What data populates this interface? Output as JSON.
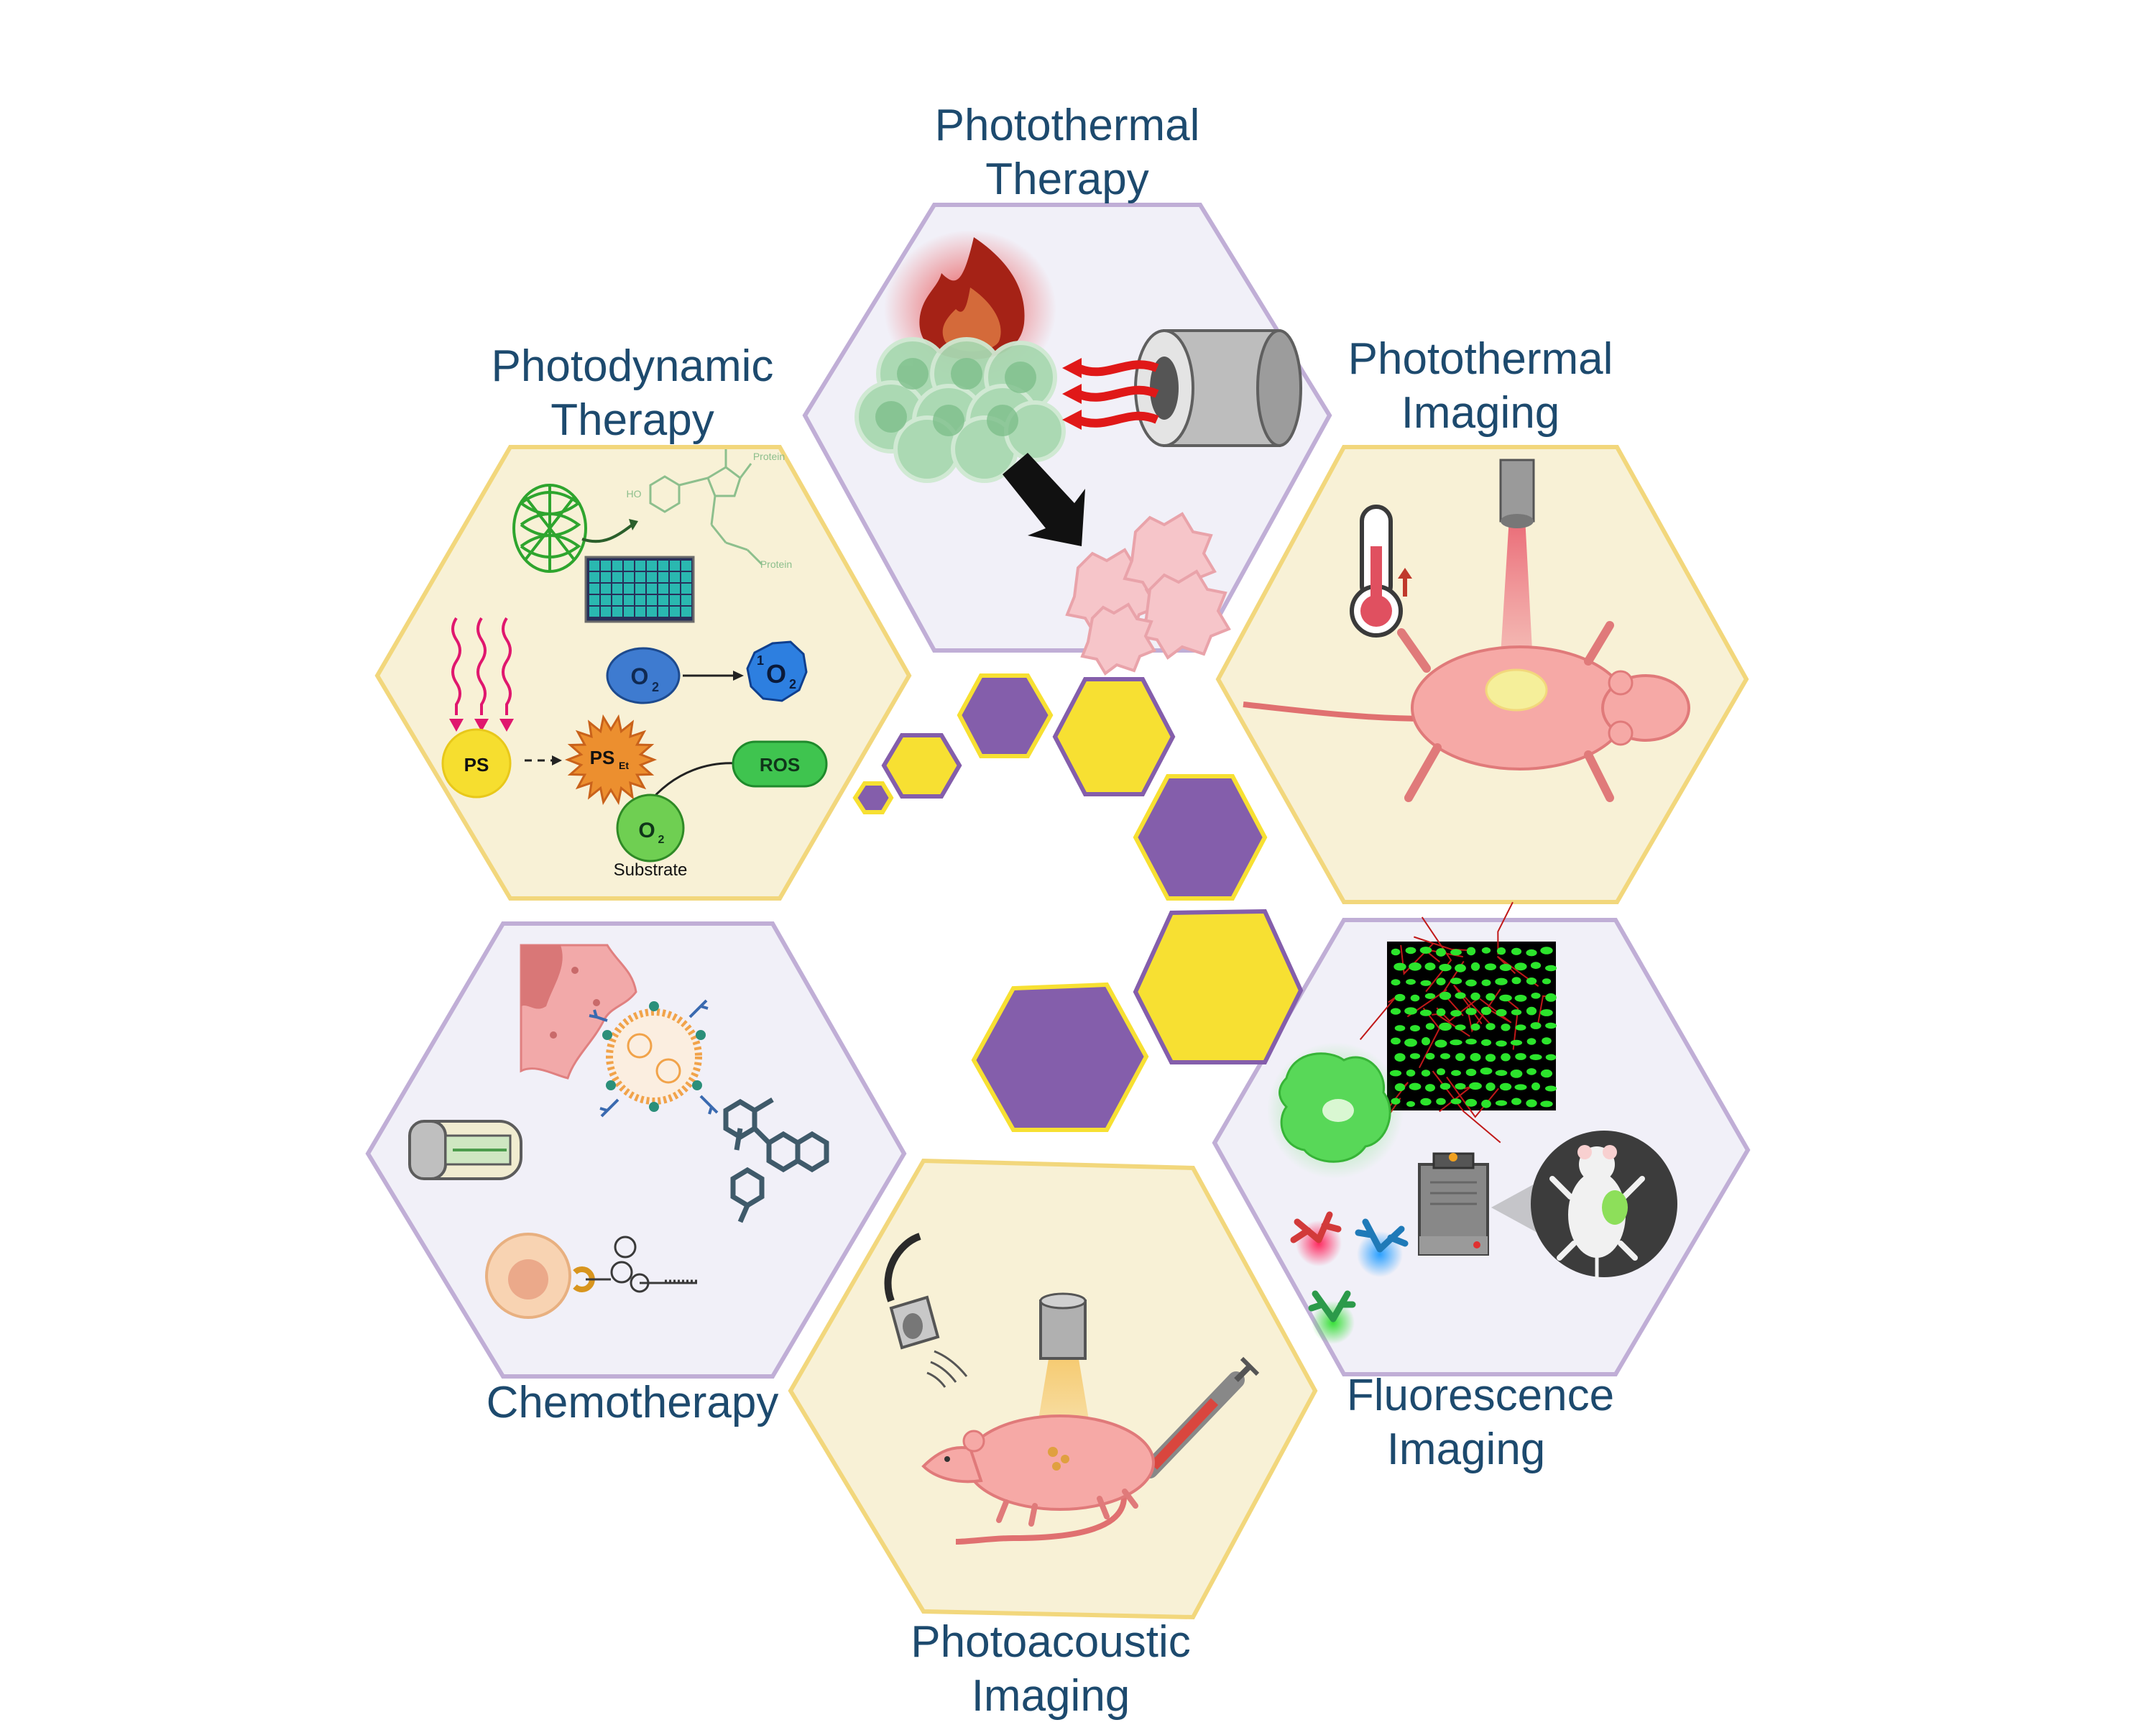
{
  "panels": {
    "photothermal_therapy": {
      "title_line1": "Photothermal",
      "title_line2": "Therapy"
    },
    "photodynamic_therapy": {
      "title_line1": "Photodynamic",
      "title_line2": "Therapy",
      "o2": "O",
      "o2_sub": "2",
      "singlet_sup": "1",
      "singlet_o": "O",
      "singlet_sub": "2",
      "ps": "PS",
      "ps_et": "PS",
      "ps_et_sub": "Et",
      "ros": "ROS",
      "substrate_o": "O",
      "substrate_sub": "2",
      "substrate_label": "Substrate",
      "protein_label_1": "Protein",
      "protein_label_2": "Protein",
      "ho_label": "HO"
    },
    "photothermal_imaging": {
      "title_line1": "Photothermal",
      "title_line2": "Imaging"
    },
    "chemotherapy": {
      "title": "Chemotherapy"
    },
    "fluorescence_imaging": {
      "title_line1": "Fluorescence",
      "title_line2": "Imaging"
    },
    "photoacoustic_imaging": {
      "title_line1": "Photoacoustic",
      "title_line2": "Imaging"
    }
  },
  "colors": {
    "purple_fill": "#f1f0f8",
    "purple_border": "#c0aed6",
    "yellow_fill": "#f8f1d6",
    "yellow_border": "#f2d77c",
    "title": "#1d4a6e",
    "hex_purple": "#845eab",
    "hex_yellow": "#f7e032"
  },
  "icons": [
    "flame-icon",
    "laser-icon",
    "thermometer-icon",
    "mouse-icon",
    "syringe-icon",
    "antibody-icon",
    "camera-icon",
    "liposome-icon",
    "molecule-icon",
    "cell-icon"
  ]
}
